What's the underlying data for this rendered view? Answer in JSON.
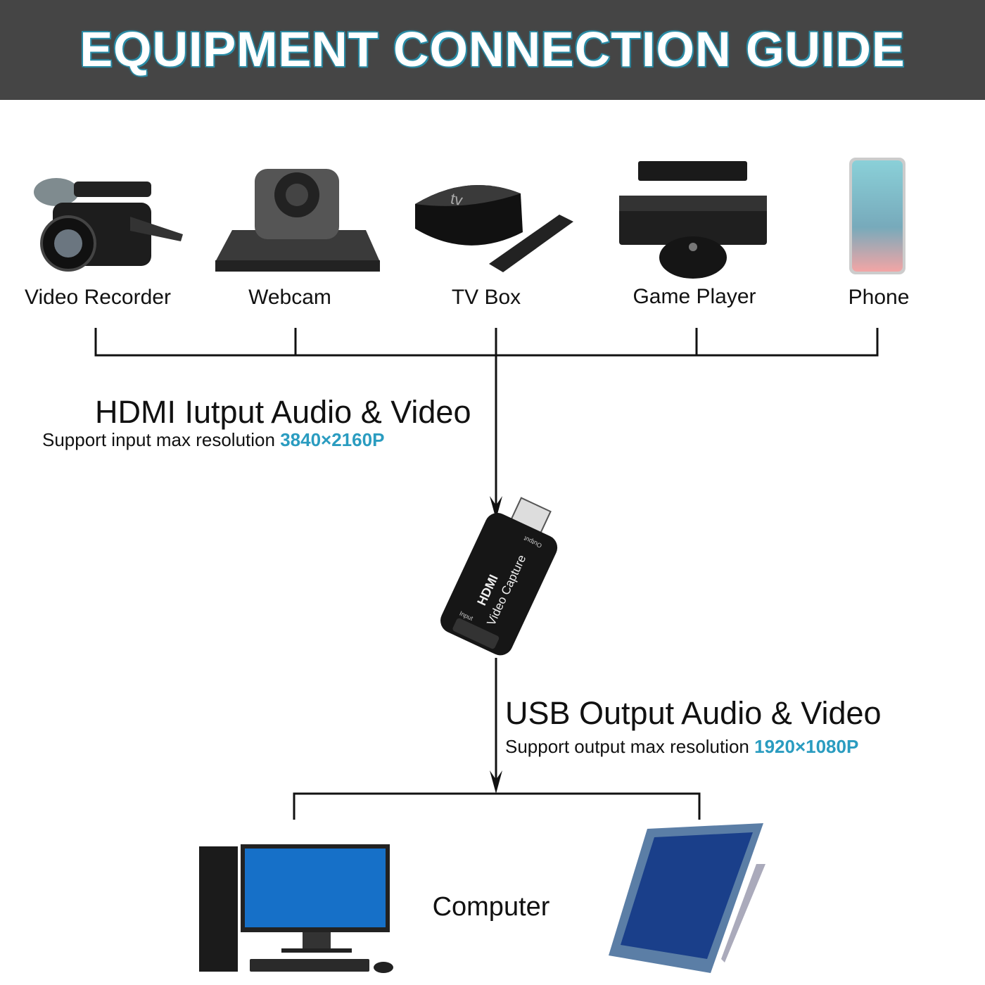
{
  "header": {
    "title": "EQUIPMENT CONNECTION GUIDE"
  },
  "devices": [
    {
      "label": "Video Recorder",
      "icon": "video-recorder-icon"
    },
    {
      "label": "Webcam",
      "icon": "webcam-icon"
    },
    {
      "label": "TV Box",
      "icon": "tv-box-icon"
    },
    {
      "label": "Game Player",
      "icon": "game-console-icon"
    },
    {
      "label": "Phone",
      "icon": "phone-icon"
    }
  ],
  "input": {
    "title": "HDMI Iutput Audio & Video",
    "subtitle": "Support input max resolution",
    "resolution": "3840×2160P"
  },
  "capture_card": {
    "brand": "HDMI",
    "name": "Video Capture",
    "input_label": "Input",
    "output_label": "Output"
  },
  "output": {
    "title": "USB Output Audio & Video",
    "subtitle": "Support output max resolution",
    "resolution": "1920×1080P"
  },
  "target": {
    "label": "Computer"
  },
  "colors": {
    "header_bg": "#454545",
    "accent": "#2a9cc0"
  }
}
